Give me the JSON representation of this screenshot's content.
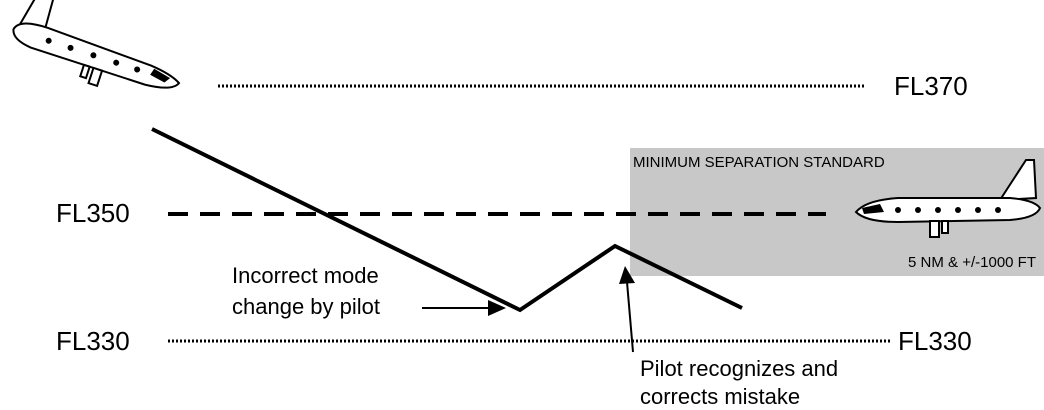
{
  "flight_levels": {
    "fl370": "FL370",
    "fl350": "FL350",
    "fl330_left": "FL330",
    "fl330_right": "FL330"
  },
  "separation_zone": {
    "title": "MINIMUM SEPARATION STANDARD",
    "criteria": "5 NM & +/-1000 FT",
    "fill_color": "#c8c8c8"
  },
  "annotations": {
    "mode_change_line1": "Incorrect mode",
    "mode_change_line2": "change by pilot",
    "recognize_line1": "Pilot recognizes and",
    "recognize_line2": "corrects mistake"
  },
  "icons": {
    "descending_aircraft": "airplane-descending-icon",
    "level_aircraft": "airplane-level-icon"
  }
}
